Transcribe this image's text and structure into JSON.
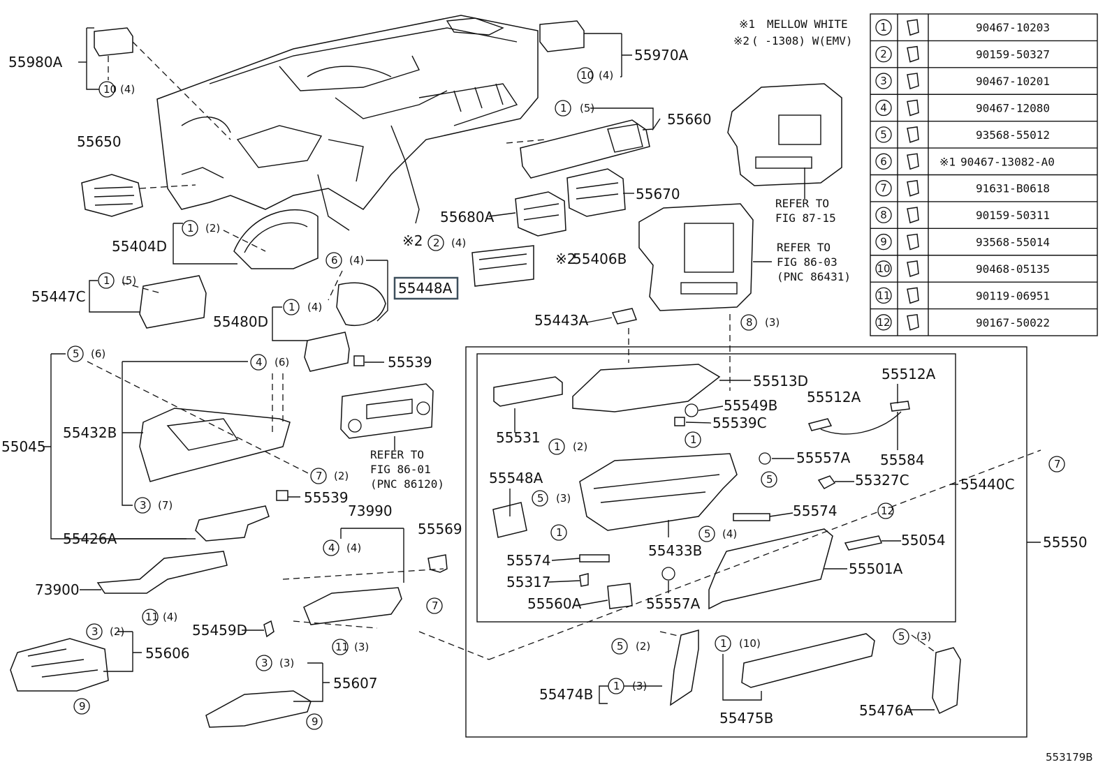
{
  "notes": {
    "n1_mark": "※1",
    "n1_text": "MELLOW WHITE",
    "n2_mark": "※2",
    "n2_text": "(    -1308) W(EMV)"
  },
  "fastener_table": [
    {
      "no": "1",
      "part": "90467-10203",
      "note": ""
    },
    {
      "no": "2",
      "part": "90159-50327",
      "note": ""
    },
    {
      "no": "3",
      "part": "90467-10201",
      "note": ""
    },
    {
      "no": "4",
      "part": "90467-12080",
      "note": ""
    },
    {
      "no": "5",
      "part": "93568-55012",
      "note": ""
    },
    {
      "no": "6",
      "part": "90467-13082-A0",
      "note": "※1"
    },
    {
      "no": "7",
      "part": "91631-B0618",
      "note": ""
    },
    {
      "no": "8",
      "part": "90159-50311",
      "note": ""
    },
    {
      "no": "9",
      "part": "93568-55014",
      "note": ""
    },
    {
      "no": "10",
      "part": "90468-05135",
      "note": ""
    },
    {
      "no": "11",
      "part": "90119-06951",
      "note": ""
    },
    {
      "no": "12",
      "part": "90167-50022",
      "note": ""
    }
  ],
  "refs": {
    "r1": [
      "REFER TO",
      "FIG 87-15"
    ],
    "r2": [
      "REFER TO",
      "FIG 86-03",
      "(PNC 86431)"
    ],
    "r3": [
      "REFER TO",
      "FIG 86-01",
      "(PNC 86120)"
    ]
  },
  "labels": {
    "p55980A": "55980A",
    "p55970A": "55970A",
    "p55650": "55650",
    "p55660": "55660",
    "p55670": "55670",
    "p55680A": "55680A",
    "p55404D": "55404D",
    "p55447C": "55447C",
    "p55448A": "55448A",
    "p55406B": "55406B",
    "p55480D": "55480D",
    "p55539a": "55539",
    "p55443A": "55443A",
    "p55045": "55045",
    "p55432B": "55432B",
    "p55539b": "55539",
    "p55426A": "55426A",
    "p73990": "73990",
    "p55569": "55569",
    "p73900": "73900",
    "p55459D": "55459D",
    "p55606": "55606",
    "p55607": "55607",
    "p55513D": "55513D",
    "p55512A1": "55512A",
    "p55512A2": "55512A",
    "p55531": "55531",
    "p55549B": "55549B",
    "p55539C": "55539C",
    "p55557A1": "55557A",
    "p55584": "55584",
    "p55548A": "55548A",
    "p55327C": "55327C",
    "p55440C": "55440C",
    "p55574a": "55574",
    "p55054": "55054",
    "p55433B": "55433B",
    "p55550": "55550",
    "p55574b": "55574",
    "p55501A": "55501A",
    "p55317": "55317",
    "p55560A": "55560A",
    "p55557A2": "55557A",
    "p55474B": "55474B",
    "p55475B": "55475B",
    "p55476A": "55476A",
    "mark2a": "※2",
    "mark2b": "※2"
  },
  "callouts": {
    "c1": "(4)",
    "c2": "(4)",
    "c3": "(5)",
    "c4": "(2)",
    "c5": "(5)",
    "c6": "(4)",
    "c7": "(4)",
    "c8": "(4)",
    "c9": "(3)",
    "c10": "(6)",
    "c11": "(6)",
    "c12": "(2)",
    "c13": "(7)",
    "c14": "(4)",
    "c15": "(4)",
    "c16": "(2)",
    "c17": "(3)",
    "c18": "(3)",
    "c19": "(2)",
    "c20": "(3)",
    "c21": "(4)",
    "c22": "(2)",
    "c23": "(10)",
    "c24": "(3)",
    "c25": "(3)"
  },
  "figure_id": "553179B"
}
